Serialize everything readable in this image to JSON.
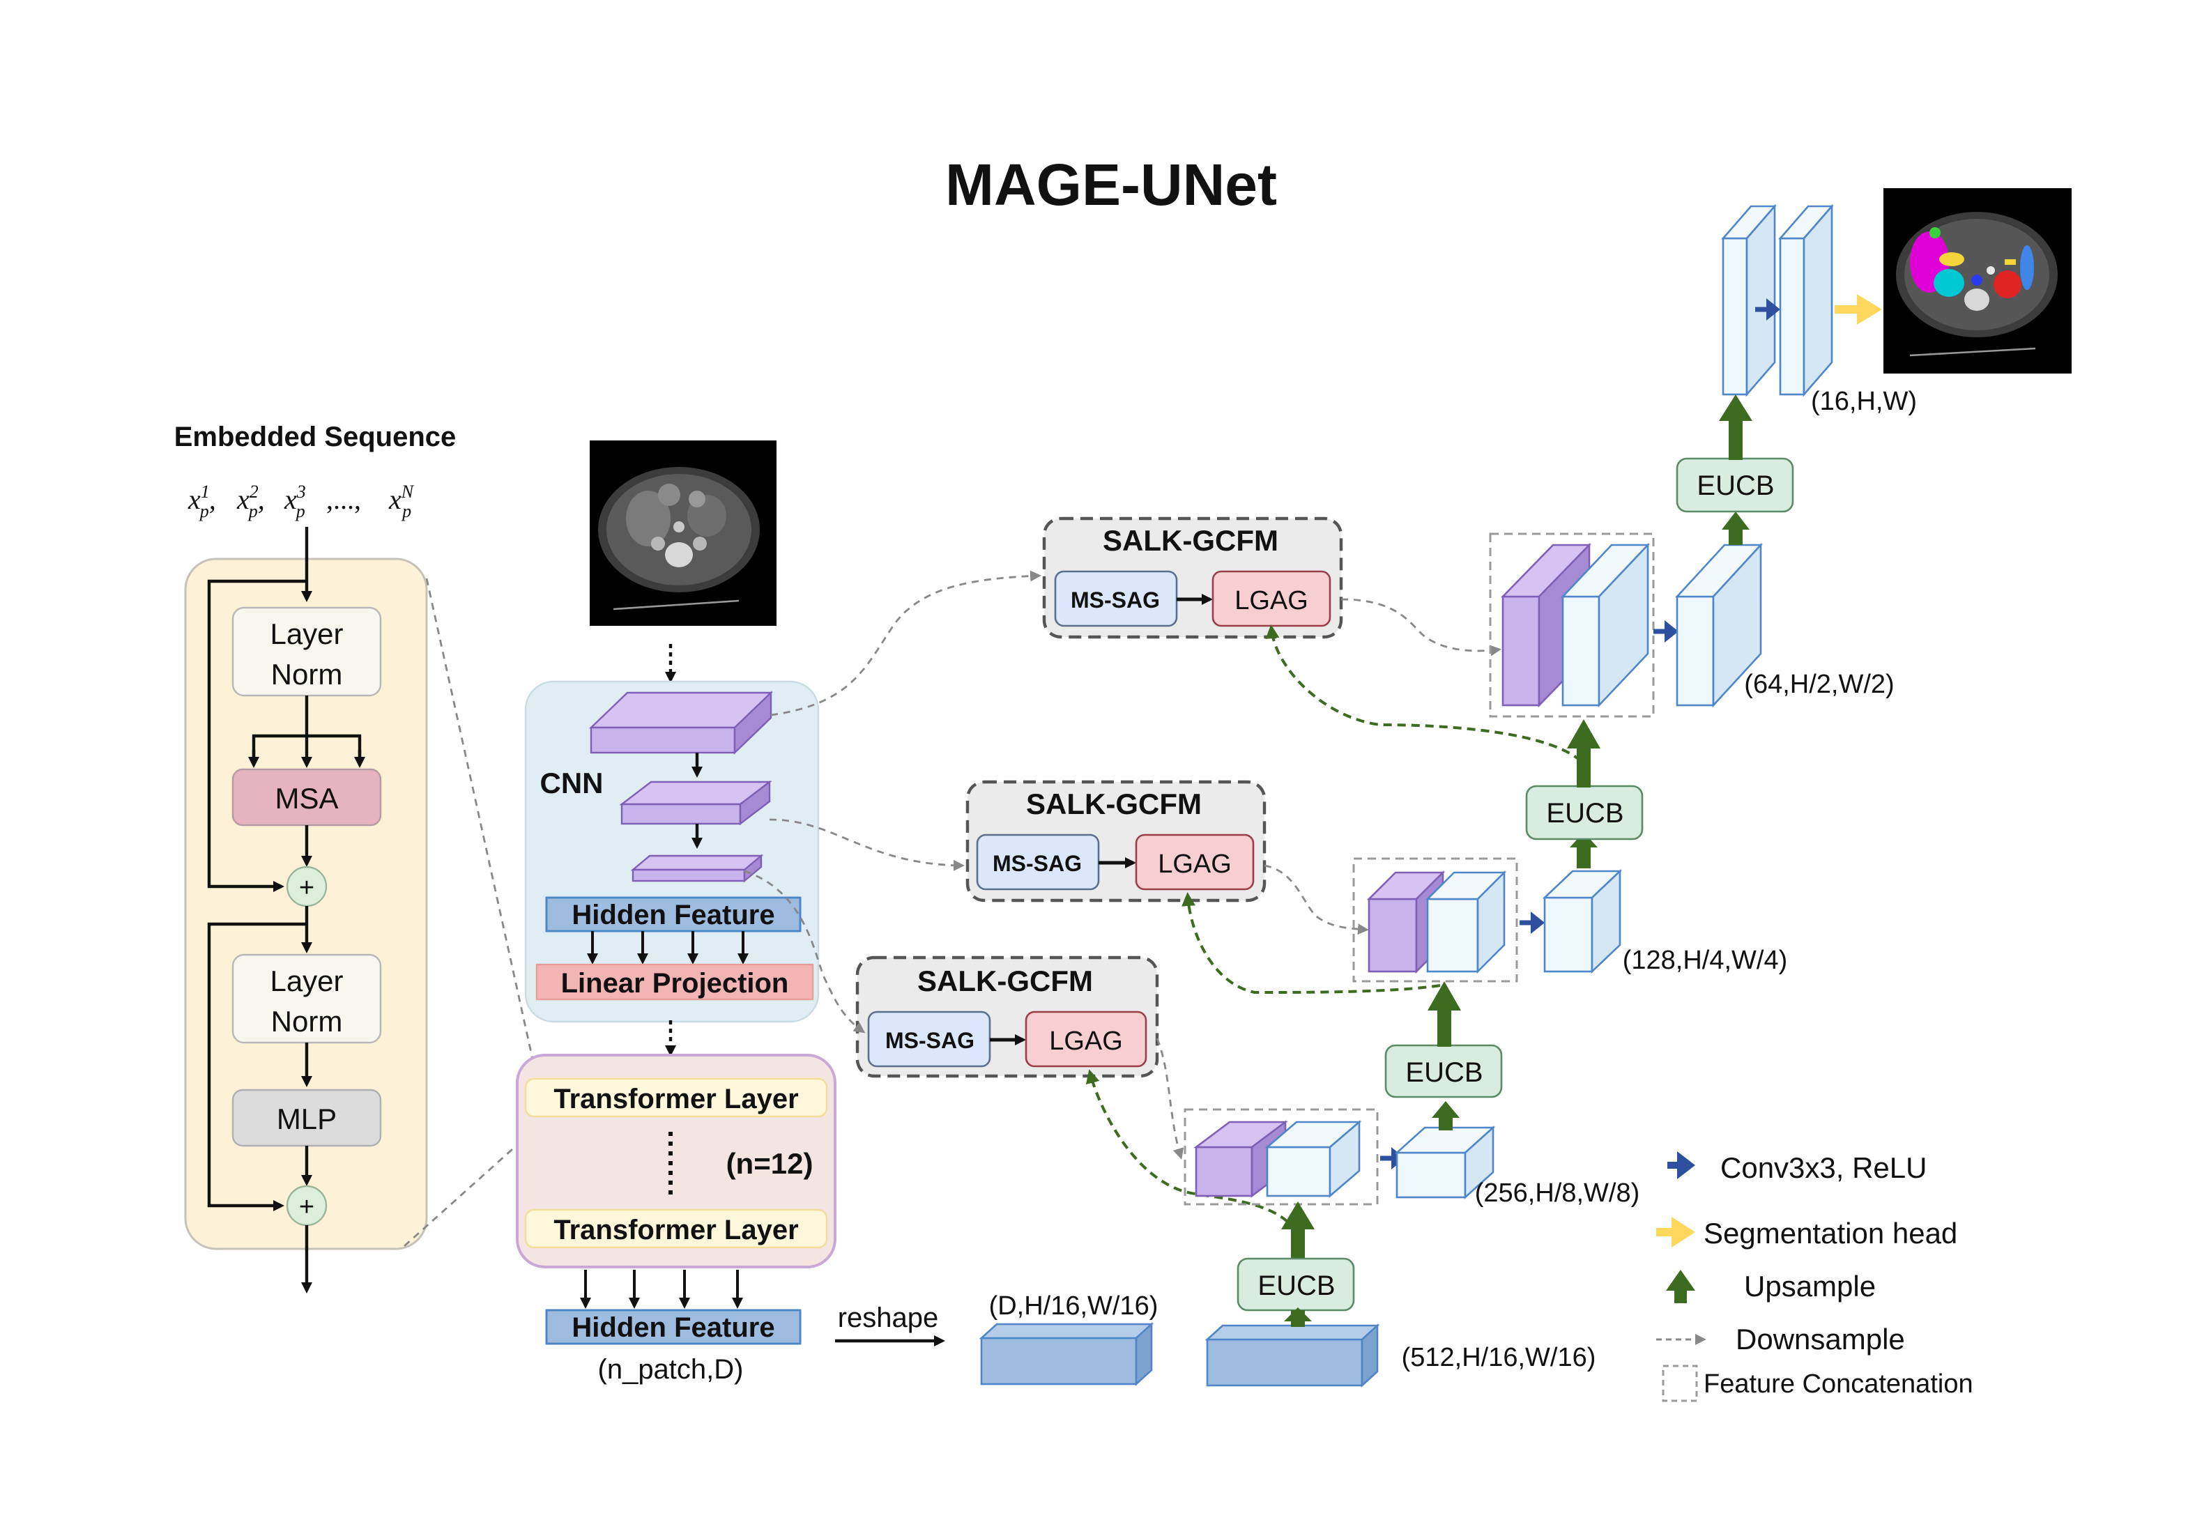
{
  "title": "MAGE-UNet",
  "transformer_block": {
    "heading": "Embedded Sequence",
    "sequence_base": "x",
    "sequence_sub": "p",
    "sequence_sup": [
      "1",
      "2",
      "3",
      "N"
    ],
    "sequence_sep": ",",
    "sequence_ellipsis": " ,..., ",
    "layer_norm_1_a": "Layer",
    "layer_norm_1_b": "Norm",
    "msa": "MSA",
    "layer_norm_2_a": "Layer",
    "layer_norm_2_b": "Norm",
    "mlp": "MLP",
    "add_symbol": "+"
  },
  "encoder": {
    "cnn_label": "CNN",
    "hidden_feature_top": "Hidden Feature",
    "linear_projection": "Linear Projection",
    "transformer_layer_top": "Transformer Layer",
    "transformer_layer_bottom": "Transformer Layer",
    "n_layers": "(n=12)",
    "hidden_feature_bottom": "Hidden Feature",
    "hidden_shape": "(n_patch,D)",
    "reshape": "reshape",
    "reshape_shape": "(D,H/16,W/16)"
  },
  "decoder": {
    "salk_gcfm": "SALK-GCFM",
    "ms_sag": "MS-SAG",
    "lgag": "LGAG",
    "eucb": "EUCB",
    "shape_512": "(512,H/16,W/16)",
    "shape_256": "(256,H/8,W/8)",
    "shape_128": "(128,H/4,W/4)",
    "shape_64": "(64,H/2,W/2)",
    "shape_16": "(16,H,W)"
  },
  "legend": {
    "conv": "Conv3x3, ReLU",
    "seg_head": "Segmentation head",
    "upsample": "Upsample",
    "downsample": "Downsample",
    "concat": "Feature Concatenation"
  },
  "colors": {
    "conv_arrow": "#2f4f9f",
    "seg_arrow": "#ffd75c",
    "up_arrow": "#3d6b1f",
    "box_purple": "#c9b3ec",
    "box_blue_face": "#eef8fd",
    "box_feature": "#9dbce0",
    "eucb_fill": "#d8ecdf",
    "lgag_fill": "#f7cfd1",
    "mssag_fill": "#dbe8fb",
    "transformer_panel": "#fdf2d8"
  }
}
